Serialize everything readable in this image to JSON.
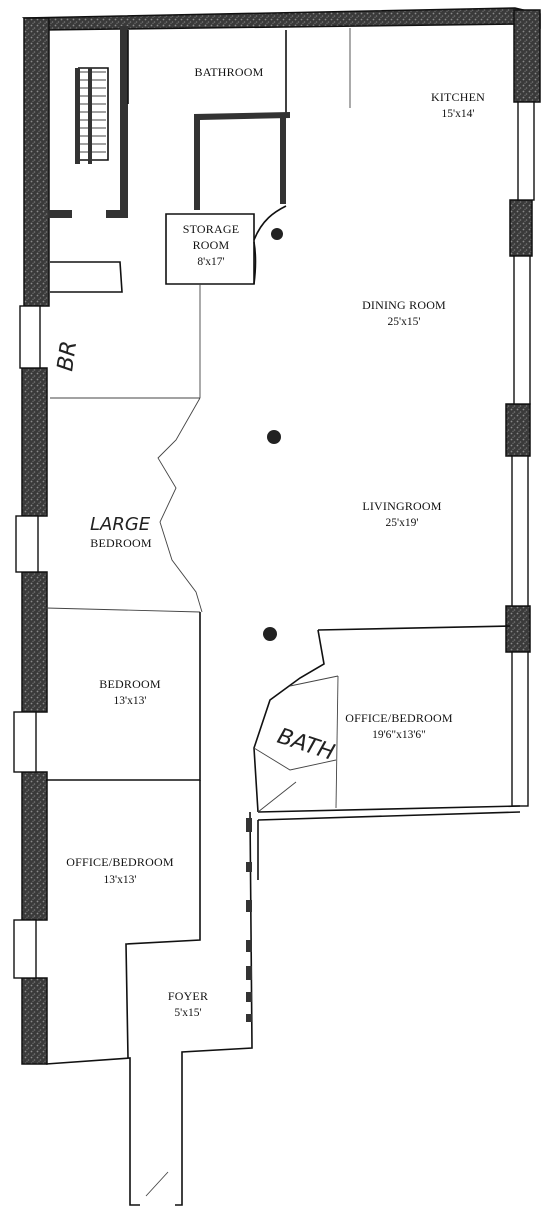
{
  "rooms": {
    "bathroom": {
      "name": "BATHROOM"
    },
    "kitchen": {
      "name": "KITCHEN",
      "size": "15'x14'"
    },
    "storage": {
      "name_line1": "STORAGE",
      "name_line2": "ROOM",
      "size": "8'x17'"
    },
    "dining": {
      "name": "DINING ROOM",
      "size": "25'x15'"
    },
    "living": {
      "name": "LIVINGROOM",
      "size": "25'x19'"
    },
    "large_bedroom": {
      "name": "BEDROOM"
    },
    "bedroom": {
      "name": "BEDROOM",
      "size": "13'x13'"
    },
    "office_left": {
      "name": "OFFICE/BEDROOM",
      "size": "13'x13'"
    },
    "office_right": {
      "name": "OFFICE/BEDROOM",
      "size": "19'6\"x13'6\""
    },
    "foyer": {
      "name": "FOYER",
      "size": "5'x15'"
    }
  },
  "handwritten": {
    "br": "BR",
    "large": "LARGE",
    "bath": "BATH"
  }
}
